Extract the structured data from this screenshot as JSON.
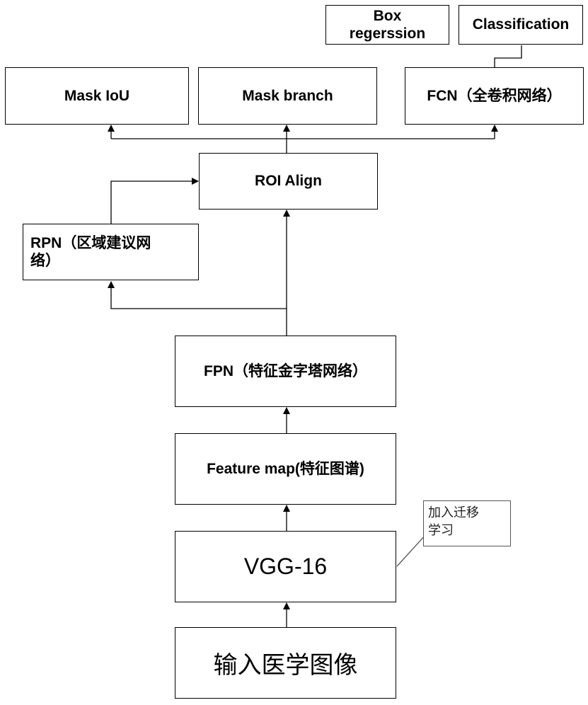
{
  "nodes": {
    "box_regression": "Box\nregerssion",
    "classification": "Classification",
    "mask_iou": "Mask IoU",
    "mask_branch": "Mask branch",
    "fcn": "FCN（全卷积网络）",
    "roi_align": "ROI Align",
    "rpn": "RPN（区域建议网\n络）",
    "fpn": "FPN（特征金字塔网络）",
    "feature_map": "Feature map(特征图谱)",
    "vgg16": "VGG-16",
    "input": "输入医学图像"
  },
  "annotation": {
    "transfer_learning": "加入迁移\n学习"
  }
}
